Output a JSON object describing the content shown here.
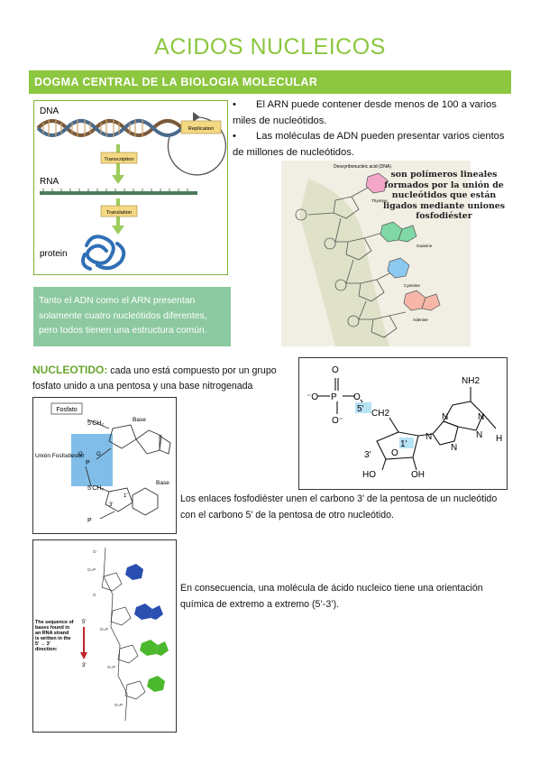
{
  "title": "ACIDOS NUCLEICOS",
  "banner": "DOGMA CENTRAL DE LA BIOLOGIA MOLECULAR",
  "dogma": {
    "dna": "DNA",
    "rna": "RNA",
    "protein": "protein",
    "replication": "Replication",
    "transcription": "Transcription",
    "translation": "Translation"
  },
  "bullets": [
    "El ARN puede contener desde menos de 100 a varios miles de nucleótidos.",
    "Las moléculas de ADN pueden presentar varios cientos de millones de nucleótidos."
  ],
  "strand_fig": {
    "heading": "Deoxyribonucleic acid (DNA)",
    "bases": [
      "Thymine",
      "Guanine",
      "Cytosine",
      "Adenine"
    ]
  },
  "polymer_text": "son polímeros lineales formados por la unión de nucleótidos que están ligados mediante uniones fosfodiéster",
  "green_note": "Tanto el ADN como el ARN presentan solamente cuatro nucleótidos diferentes, pero todos tienen una estructura común.",
  "nucleotido": {
    "label": "NUCLEOTIDO:",
    "text": " cada uno está compuesto por un grupo fosfato unido a una pentosa y una base nitrogenada"
  },
  "adenosine": {
    "nh2": "NH2",
    "five_prime": "5'",
    "one_prime": "1'",
    "three_prime": "3'",
    "ch2": "CH2",
    "oh_left": "HO",
    "oh_right": "OH",
    "h": "H",
    "n": "N"
  },
  "phos_fig": {
    "fosfato": "Fosfato",
    "union": "Unión Fosfodiester",
    "base1": "Base",
    "base2": "Base"
  },
  "enlaces": "Los enlaces fosfodiéster unen el carbono 3’ de la pentosa de un nucleótido con el carbono 5’ de la pentosa de otro nucleótido.",
  "rna_fig": {
    "caption": "The sequence of bases found in an RNA strand is written in the 5' → 3' direction:",
    "five": "5'",
    "three": "3'"
  },
  "consecuencia": "En consecuencia, una molécula de ácido nucleico tiene una orientación química de extremo a extremo (5’-3’).",
  "colors": {
    "accent_green": "#8dc63f",
    "note_green": "#8dc9a0",
    "highlight_blue": "#80bde8"
  }
}
